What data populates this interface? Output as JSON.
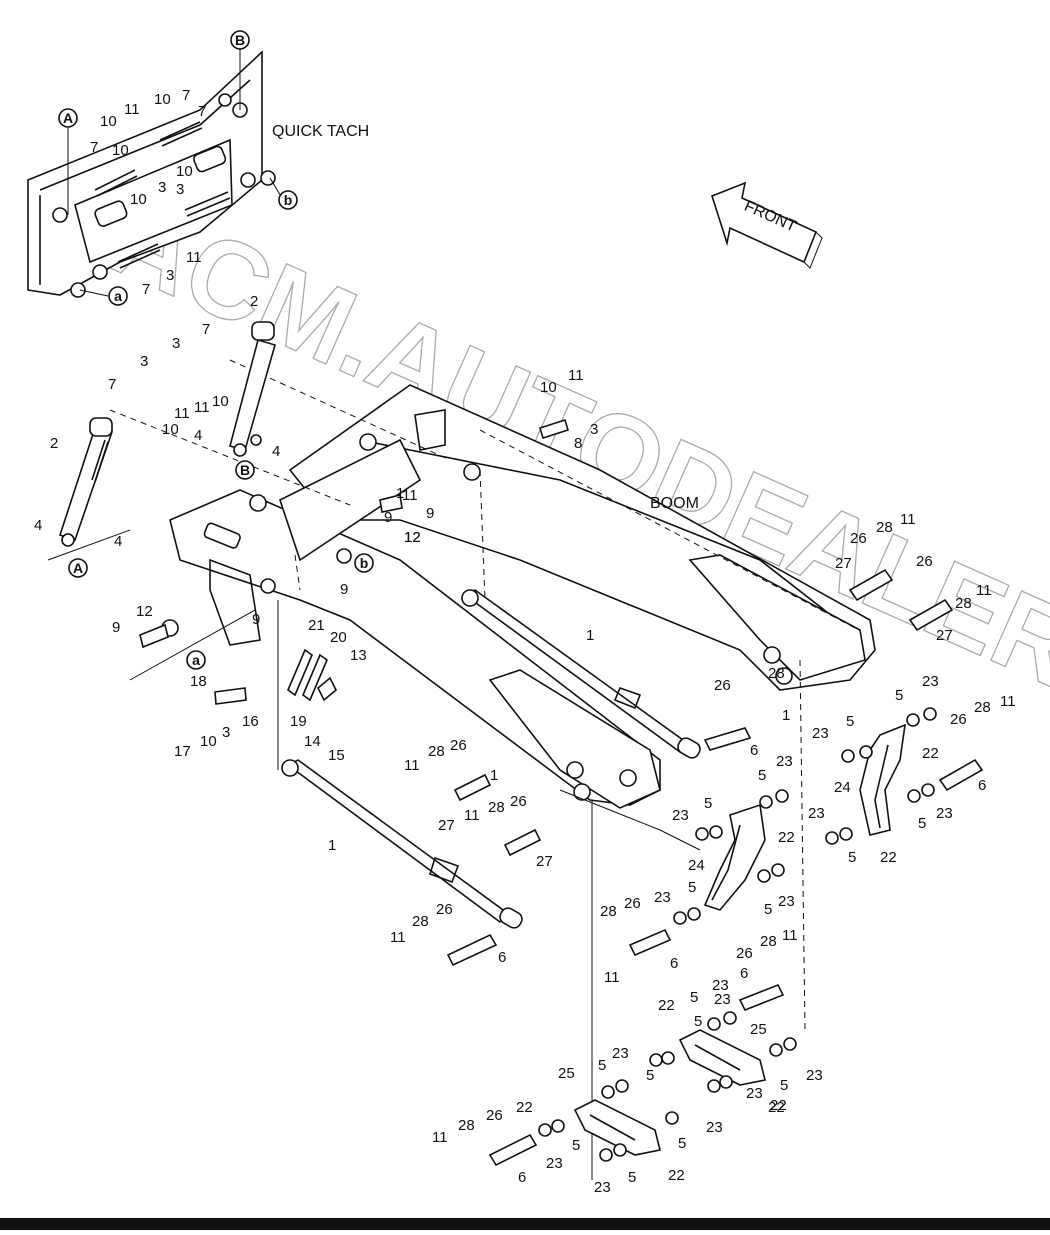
{
  "labels": {
    "quick_tach": "QUICK TACH",
    "boom": "BOOM",
    "front": "FRONT",
    "watermark": "ACM.AUTODEALER.RU"
  },
  "ref_markers": {
    "A_top": "A",
    "B_top": "B",
    "a_top": "a",
    "b_top": "b",
    "B_mid": "B",
    "A_mid": "A",
    "b_mid": "b",
    "a_mid": "a"
  },
  "callouts": [
    {
      "id": "c1",
      "text": "11"
    },
    {
      "id": "c2",
      "text": "10"
    },
    {
      "id": "c3",
      "text": "7"
    },
    {
      "id": "c4",
      "text": "10"
    },
    {
      "id": "c5",
      "text": "7"
    },
    {
      "id": "c6",
      "text": "10"
    },
    {
      "id": "c7",
      "text": "3"
    },
    {
      "id": "c8",
      "text": "10"
    },
    {
      "id": "c9",
      "text": "7"
    },
    {
      "id": "c10",
      "text": "3"
    },
    {
      "id": "c11",
      "text": "10"
    },
    {
      "id": "c12",
      "text": "11"
    },
    {
      "id": "c13",
      "text": "3"
    },
    {
      "id": "c14",
      "text": "7"
    },
    {
      "id": "c15",
      "text": "2"
    },
    {
      "id": "c16",
      "text": "7"
    },
    {
      "id": "c17",
      "text": "3"
    },
    {
      "id": "c18",
      "text": "3"
    },
    {
      "id": "c19",
      "text": "7"
    },
    {
      "id": "c20",
      "text": "11"
    },
    {
      "id": "c21",
      "text": "10"
    },
    {
      "id": "c22",
      "text": "11"
    },
    {
      "id": "c23",
      "text": "10"
    },
    {
      "id": "c24",
      "text": "4"
    },
    {
      "id": "c25",
      "text": "4"
    },
    {
      "id": "c26",
      "text": "2"
    },
    {
      "id": "c27",
      "text": "4"
    },
    {
      "id": "c28",
      "text": "4"
    },
    {
      "id": "c29",
      "text": "11"
    },
    {
      "id": "c30",
      "text": "10"
    },
    {
      "id": "c31",
      "text": "3"
    },
    {
      "id": "c32",
      "text": "8"
    },
    {
      "id": "c33",
      "text": "11"
    },
    {
      "id": "c34",
      "text": "9"
    },
    {
      "id": "c35",
      "text": "12"
    },
    {
      "id": "c36",
      "text": "9"
    },
    {
      "id": "c37",
      "text": "9"
    },
    {
      "id": "c38",
      "text": "12"
    },
    {
      "id": "c39",
      "text": "9"
    },
    {
      "id": "c40",
      "text": "21"
    },
    {
      "id": "c41",
      "text": "20"
    },
    {
      "id": "c42",
      "text": "13"
    },
    {
      "id": "c43",
      "text": "18"
    },
    {
      "id": "c44",
      "text": "16"
    },
    {
      "id": "c45",
      "text": "17"
    },
    {
      "id": "c46",
      "text": "10"
    },
    {
      "id": "c47",
      "text": "3"
    },
    {
      "id": "c48",
      "text": "19"
    },
    {
      "id": "c49",
      "text": "14"
    },
    {
      "id": "c50",
      "text": "15"
    },
    {
      "id": "c51",
      "text": "1"
    },
    {
      "id": "c52",
      "text": "1"
    },
    {
      "id": "c53",
      "text": "26"
    },
    {
      "id": "c54",
      "text": "28"
    },
    {
      "id": "c55",
      "text": "11"
    },
    {
      "id": "c56",
      "text": "27"
    },
    {
      "id": "c57",
      "text": "26"
    },
    {
      "id": "c58",
      "text": "11"
    },
    {
      "id": "c59",
      "text": "28"
    },
    {
      "id": "c60",
      "text": "27"
    },
    {
      "id": "c61",
      "text": "28"
    },
    {
      "id": "c62",
      "text": "26"
    },
    {
      "id": "c63",
      "text": "1"
    },
    {
      "id": "c64",
      "text": "6"
    },
    {
      "id": "c65",
      "text": "23"
    },
    {
      "id": "c66",
      "text": "5"
    },
    {
      "id": "c67",
      "text": "5"
    },
    {
      "id": "c68",
      "text": "23"
    },
    {
      "id": "c69",
      "text": "24"
    },
    {
      "id": "c70",
      "text": "26"
    },
    {
      "id": "c71",
      "text": "28"
    },
    {
      "id": "c72",
      "text": "11"
    },
    {
      "id": "c73",
      "text": "22"
    },
    {
      "id": "c74",
      "text": "6"
    },
    {
      "id": "c75",
      "text": "23"
    },
    {
      "id": "c76",
      "text": "5"
    },
    {
      "id": "c77",
      "text": "5"
    },
    {
      "id": "c78",
      "text": "23"
    },
    {
      "id": "c79",
      "text": "22"
    },
    {
      "id": "c80",
      "text": "28"
    },
    {
      "id": "c81",
      "text": "26"
    },
    {
      "id": "c82",
      "text": "11"
    },
    {
      "id": "c83",
      "text": "27"
    },
    {
      "id": "c84",
      "text": "28"
    },
    {
      "id": "c85",
      "text": "26"
    },
    {
      "id": "c86",
      "text": "11"
    },
    {
      "id": "c87",
      "text": "27"
    },
    {
      "id": "c88",
      "text": "23"
    },
    {
      "id": "c89",
      "text": "23"
    },
    {
      "id": "c90",
      "text": "5"
    },
    {
      "id": "c91",
      "text": "5"
    },
    {
      "id": "c92",
      "text": "5"
    },
    {
      "id": "c93",
      "text": "22"
    },
    {
      "id": "c94",
      "text": "24"
    },
    {
      "id": "c95",
      "text": "23"
    },
    {
      "id": "c96",
      "text": "5"
    },
    {
      "id": "c97",
      "text": "23"
    },
    {
      "id": "c98",
      "text": "1"
    },
    {
      "id": "c99",
      "text": "28"
    },
    {
      "id": "c100",
      "text": "26"
    },
    {
      "id": "c101",
      "text": "11"
    },
    {
      "id": "c102",
      "text": "6"
    },
    {
      "id": "c103",
      "text": "28"
    },
    {
      "id": "c104",
      "text": "26"
    },
    {
      "id": "c105",
      "text": "11"
    },
    {
      "id": "c106",
      "text": "6"
    },
    {
      "id": "c107",
      "text": "26"
    },
    {
      "id": "c108",
      "text": "28"
    },
    {
      "id": "c109",
      "text": "11"
    },
    {
      "id": "c110",
      "text": "6"
    },
    {
      "id": "c111",
      "text": "23"
    },
    {
      "id": "c112",
      "text": "5"
    },
    {
      "id": "c113",
      "text": "22"
    },
    {
      "id": "c114",
      "text": "23"
    },
    {
      "id": "c115",
      "text": "5"
    },
    {
      "id": "c116",
      "text": "25"
    },
    {
      "id": "c117",
      "text": "5"
    },
    {
      "id": "c118",
      "text": "23"
    },
    {
      "id": "c119",
      "text": "5"
    },
    {
      "id": "c120",
      "text": "23"
    },
    {
      "id": "c121",
      "text": "22"
    },
    {
      "id": "c122",
      "text": "25"
    },
    {
      "id": "c123",
      "text": "5"
    },
    {
      "id": "c124",
      "text": "23"
    },
    {
      "id": "c125",
      "text": "22"
    },
    {
      "id": "c126",
      "text": "28"
    },
    {
      "id": "c127",
      "text": "26"
    },
    {
      "id": "c128",
      "text": "11"
    },
    {
      "id": "c129",
      "text": "6"
    },
    {
      "id": "c130",
      "text": "23"
    },
    {
      "id": "c131",
      "text": "5"
    },
    {
      "id": "c132",
      "text": "5"
    },
    {
      "id": "c133",
      "text": "23"
    },
    {
      "id": "c134",
      "text": "5"
    },
    {
      "id": "c135",
      "text": "22"
    },
    {
      "id": "c136",
      "text": "22"
    },
    {
      "id": "c137",
      "text": "1"
    },
    {
      "id": "c138",
      "text": "9"
    },
    {
      "id": "c139",
      "text": "12"
    },
    {
      "id": "c140",
      "text": "23"
    }
  ]
}
